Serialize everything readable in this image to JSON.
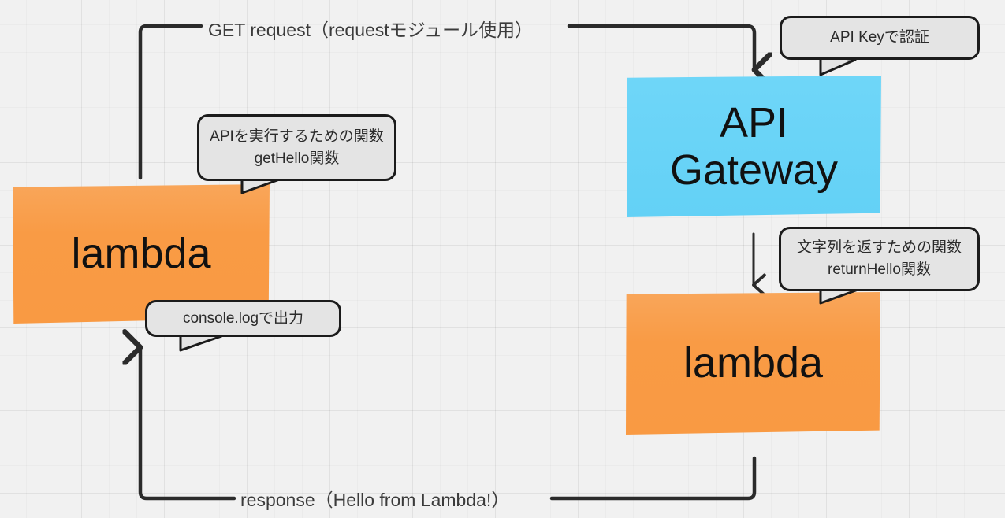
{
  "diagram": {
    "title": "AWS API Gateway and Lambda request flow",
    "background_color": "#f1f1f1"
  },
  "nodes": [
    {
      "id": "lambda-left",
      "label": "lambda",
      "color": "#f99b45",
      "role": "caller-lambda"
    },
    {
      "id": "api-gateway",
      "label_line1": "API",
      "label_line2": "Gateway",
      "color": "#67d3f5",
      "role": "api-gateway"
    },
    {
      "id": "lambda-right",
      "label": "lambda",
      "color": "#f99b45",
      "role": "handler-lambda"
    }
  ],
  "edges": {
    "get_request": {
      "label": "GET request（requestモジュール使用）",
      "from": "lambda-left",
      "to": "api-gateway"
    },
    "response": {
      "label": "response（Hello from Lambda!）",
      "from": "lambda-right",
      "to": "lambda-left"
    },
    "gateway_to_lambda": {
      "label": "",
      "from": "api-gateway",
      "to": "lambda-right"
    }
  },
  "callouts": [
    {
      "id": "api-key",
      "lines": [
        "API Keyで認証"
      ],
      "target": "get-request-arrow"
    },
    {
      "id": "get-hello",
      "lines": [
        "APIを実行するための関数",
        "getHello関数"
      ],
      "target": "lambda-left"
    },
    {
      "id": "return-hello",
      "lines": [
        "文字列を返すための関数",
        "returnHello関数"
      ],
      "target": "lambda-right"
    },
    {
      "id": "console-log",
      "lines": [
        "console.logで出力"
      ],
      "target": "lambda-left"
    }
  ],
  "style": {
    "line_color": "#2b2b2b",
    "callout_fill": "#e4e4e4",
    "callout_border": "#1b1b1b",
    "text_color": "#3b3b3b"
  }
}
